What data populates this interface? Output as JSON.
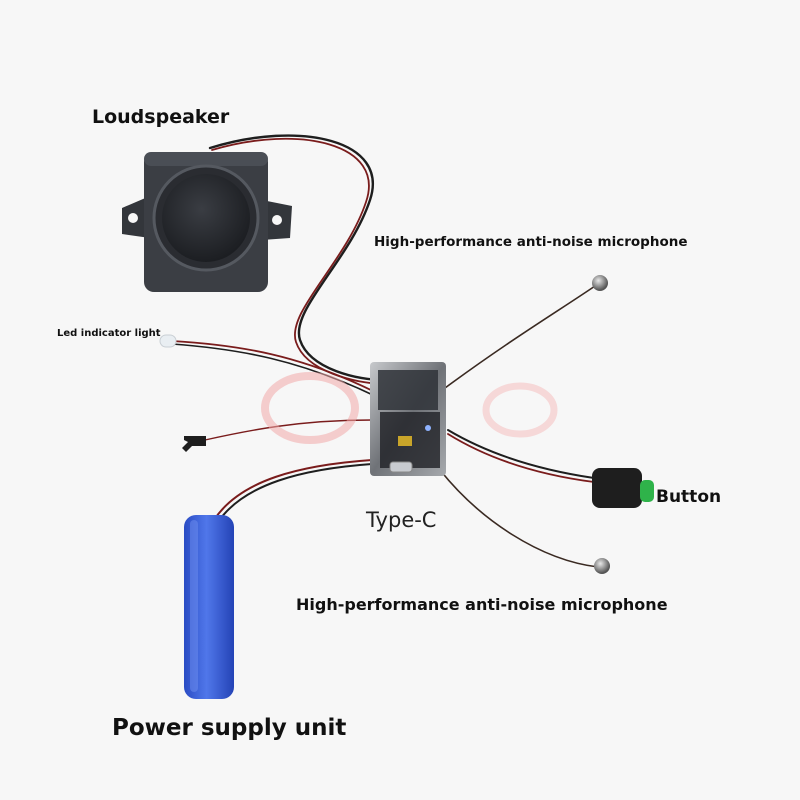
{
  "labels": {
    "loudspeaker": "Loudspeaker",
    "microphone_top": "High-performance anti-noise microphone",
    "led": "Led indicator light",
    "button": "Button",
    "type_c": "Type-C",
    "microphone_bottom": "High-performance anti-noise microphone",
    "power": "Power supply unit"
  },
  "colors": {
    "background": "#f7f7f7",
    "speaker_body": "#3b3e44",
    "battery": "#3a61d8",
    "button_green": "#2fb34a",
    "wire_red": "#7a1c1c",
    "wire_black": "#1e1e1e",
    "pcb_foil": "#8a8d92"
  }
}
